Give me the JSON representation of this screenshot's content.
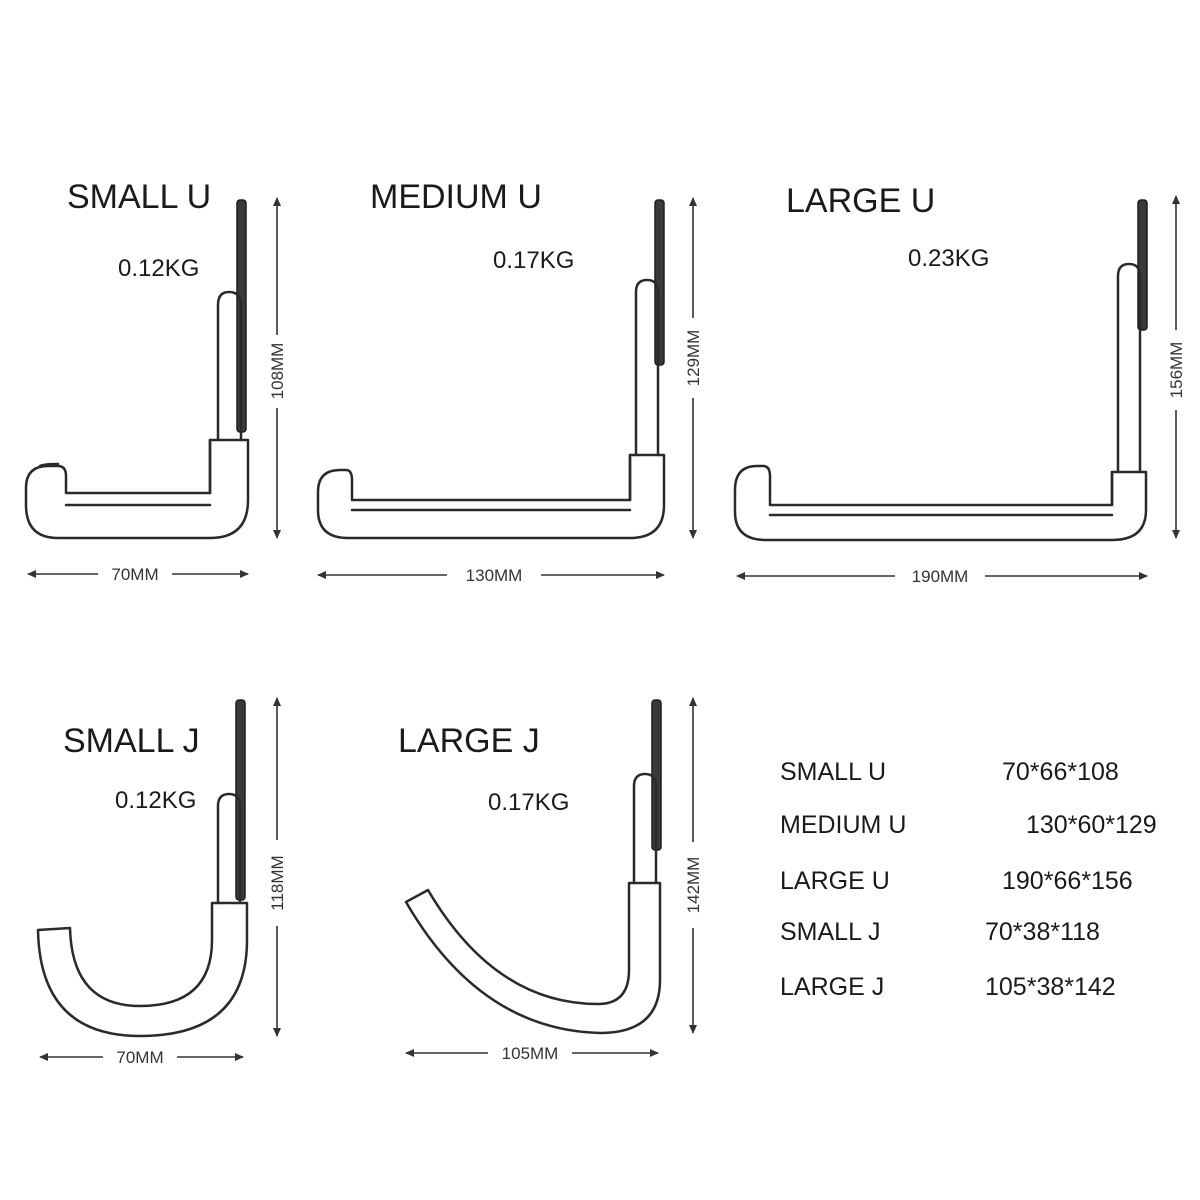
{
  "hooks": {
    "small_u": {
      "title": "SMALL U",
      "weight": "0.12KG",
      "width": "70MM",
      "height": "108MM"
    },
    "medium_u": {
      "title": "MEDIUM U",
      "weight": "0.17KG",
      "width": "130MM",
      "height": "129MM"
    },
    "large_u": {
      "title": "LARGE U",
      "weight": "0.23KG",
      "width": "190MM",
      "height": "156MM"
    },
    "small_j": {
      "title": "SMALL J",
      "weight": "0.12KG",
      "width": "70MM",
      "height": "118MM"
    },
    "large_j": {
      "title": "LARGE J",
      "weight": "0.17KG",
      "width": "105MM",
      "height": "142MM"
    }
  },
  "specs": [
    {
      "name": "SMALL U",
      "size": "70*66*108"
    },
    {
      "name": "MEDIUM U",
      "size": "130*60*129"
    },
    {
      "name": "LARGE U",
      "size": "190*66*156"
    },
    {
      "name": "SMALL J",
      "size": "70*38*118"
    },
    {
      "name": "LARGE J",
      "size": "105*38*142"
    }
  ],
  "colors": {
    "line": "#2a2a2a",
    "plate": "#3a3a3a",
    "background": "#ffffff"
  }
}
